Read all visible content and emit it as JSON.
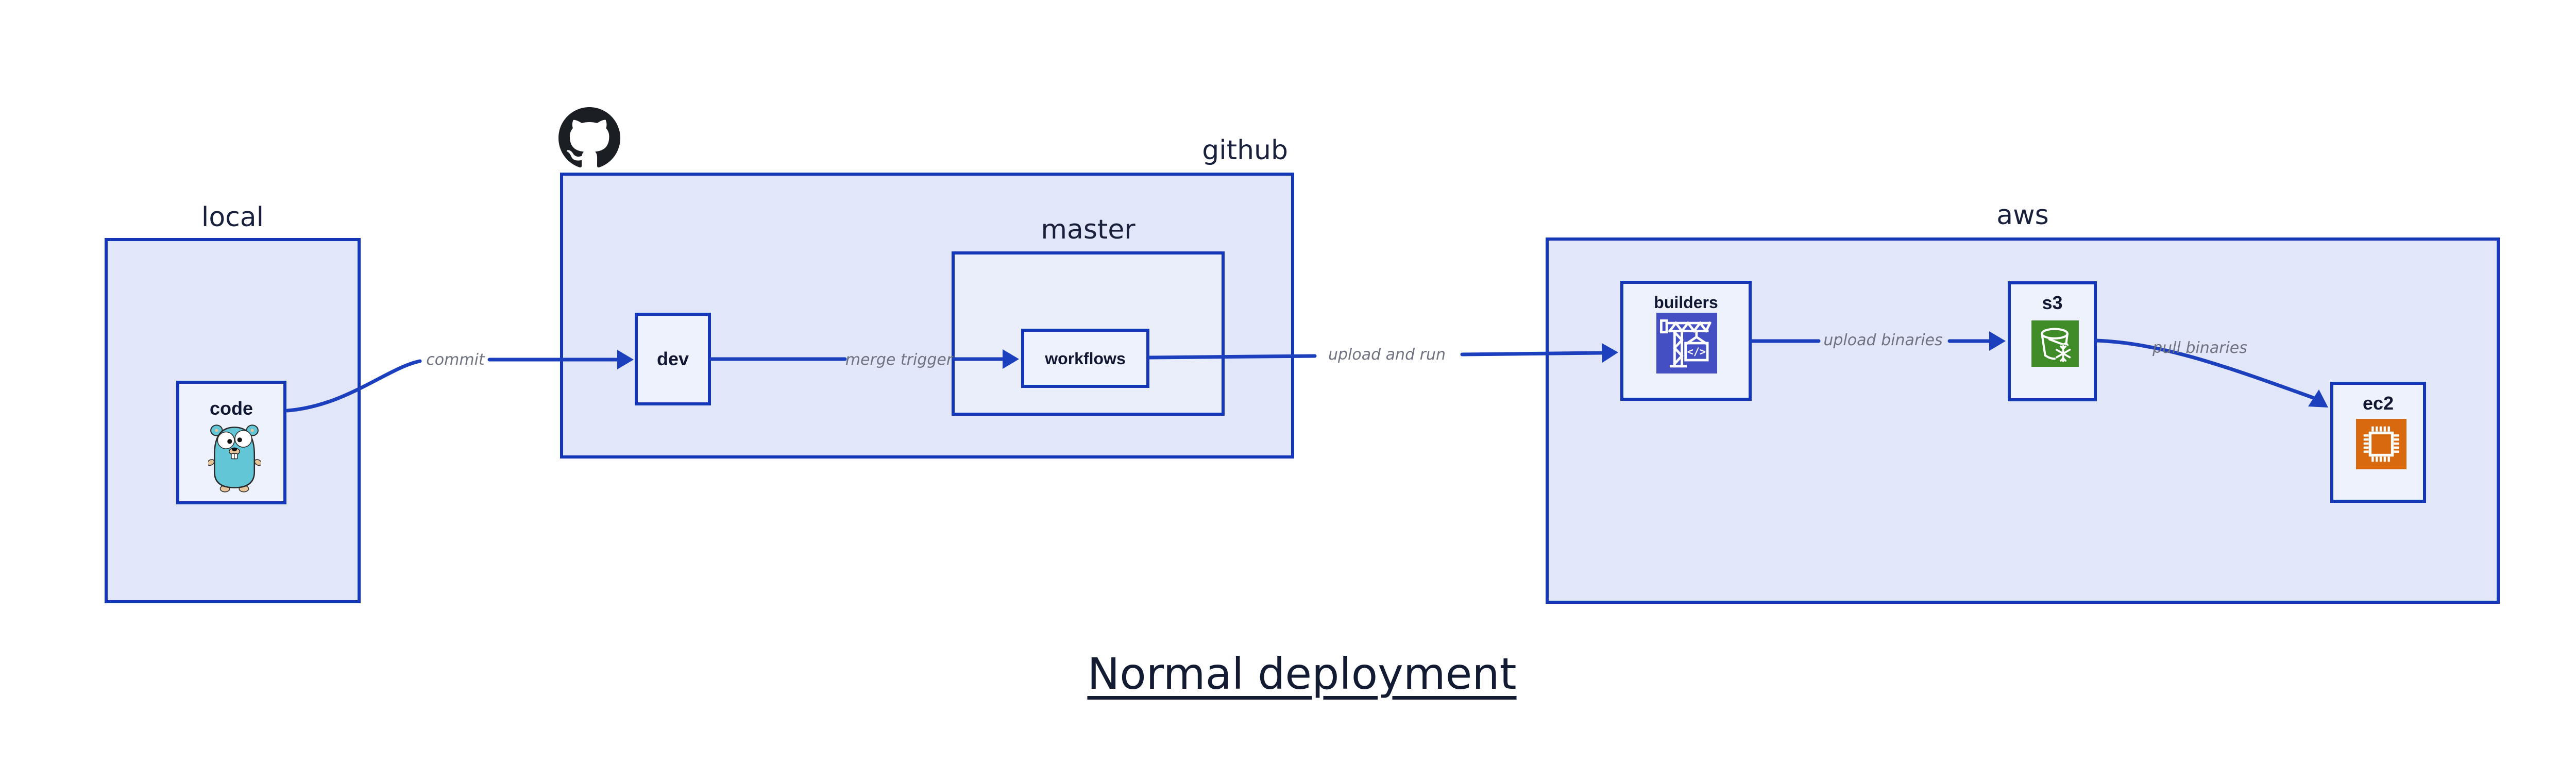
{
  "title": "Normal deployment",
  "groups": {
    "local": "local",
    "github": "github",
    "master": "master",
    "aws": "aws"
  },
  "nodes": {
    "code": "code",
    "dev": "dev",
    "workflows": "workflows",
    "builders": "builders",
    "s3": "s3",
    "ec2": "ec2"
  },
  "edges": [
    {
      "id": "commit",
      "from": "code",
      "to": "dev",
      "label": "commit"
    },
    {
      "id": "merge-trigger",
      "from": "dev",
      "to": "workflows",
      "label": "merge trigger"
    },
    {
      "id": "upload-and-run",
      "from": "workflows",
      "to": "builders",
      "label": "upload and run"
    },
    {
      "id": "upload-binaries",
      "from": "builders",
      "to": "s3",
      "label": "upload binaries"
    },
    {
      "id": "pull-binaries",
      "from": "s3",
      "to": "ec2",
      "label": "pull binaries"
    }
  ],
  "icons": {
    "github_logo": "github-octocat-logo",
    "code": "go-gopher-icon",
    "builders": "aws-codebuild-crane-icon",
    "s3": "aws-s3-glacier-bucket-icon",
    "ec2": "aws-ec2-chip-icon"
  },
  "colors": {
    "box_border": "#1437b8",
    "arrow": "#1c3fbe",
    "outer_box_fill": "#e1e7f8",
    "master_box_fill": "#eaeefb",
    "node_fill": "#eef2fc",
    "label_dark": "#18203c",
    "edge_label_gray": "#6f7280",
    "codebuild_purple": "#444fc4",
    "s3_green": "#3e8b27",
    "ec2_orange": "#d8690e",
    "gopher_teal": "#63c6d6",
    "github_black": "#1b1f24"
  }
}
